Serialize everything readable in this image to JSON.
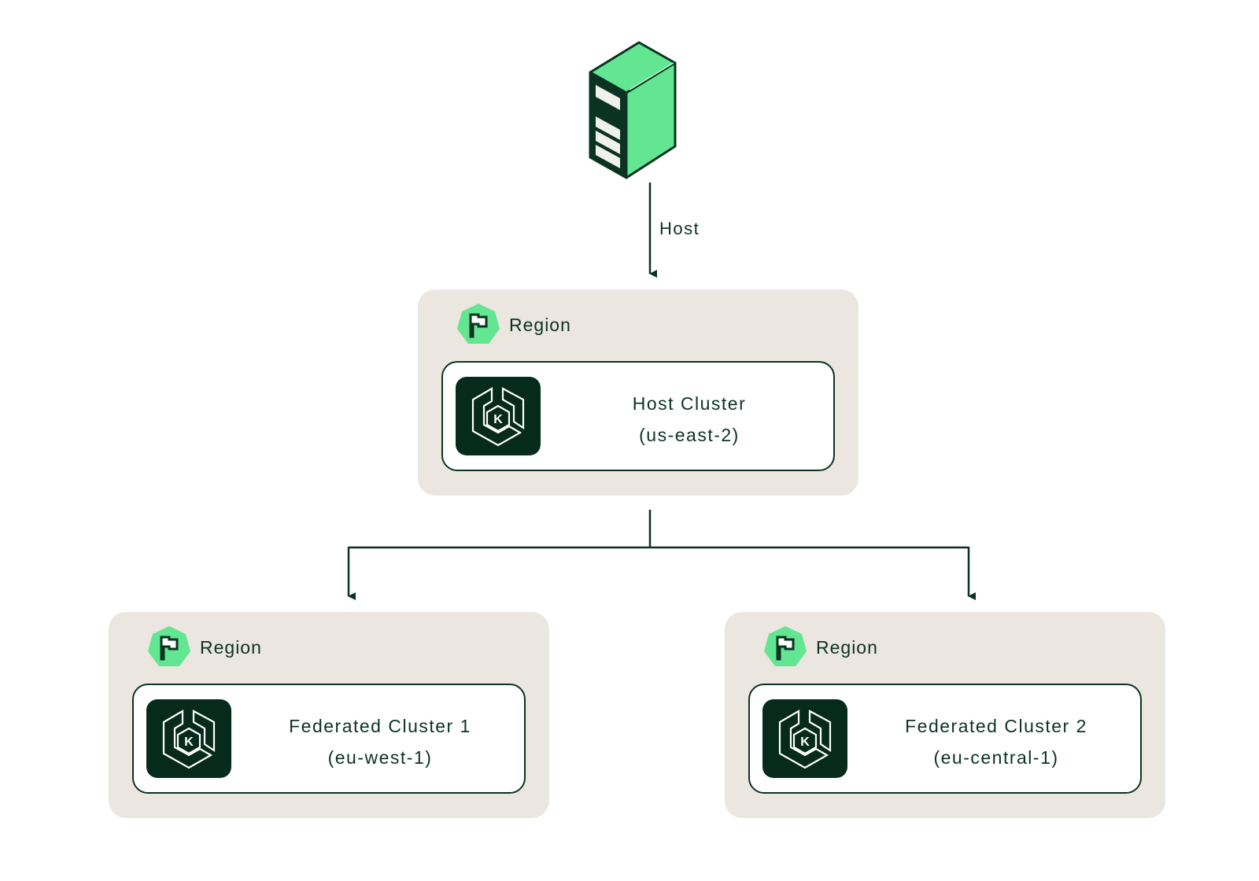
{
  "diagram": {
    "colors": {
      "dark_green": "#0b3322",
      "tile_green": "#062a1c",
      "accent_green": "#63e691",
      "region_bg": "#ebe6df",
      "card_bg": "#ffffff"
    },
    "server": {
      "icon": "server-icon"
    },
    "edges": {
      "server_to_host": {
        "label": "Host"
      },
      "host_to_federated": {
        "label": ""
      }
    },
    "host_region": {
      "region_label": "Region",
      "badge_icon": "flag-icon",
      "cluster": {
        "icon": "kubernetes-icon",
        "name": "Host Cluster",
        "location": "(us-east-2)"
      }
    },
    "federated_regions": [
      {
        "region_label": "Region",
        "badge_icon": "flag-icon",
        "cluster": {
          "icon": "kubernetes-icon",
          "name": "Federated Cluster 1",
          "location": "(eu-west-1)"
        }
      },
      {
        "region_label": "Region",
        "badge_icon": "flag-icon",
        "cluster": {
          "icon": "kubernetes-icon",
          "name": "Federated Cluster 2",
          "location": "(eu-central-1)"
        }
      }
    ]
  }
}
